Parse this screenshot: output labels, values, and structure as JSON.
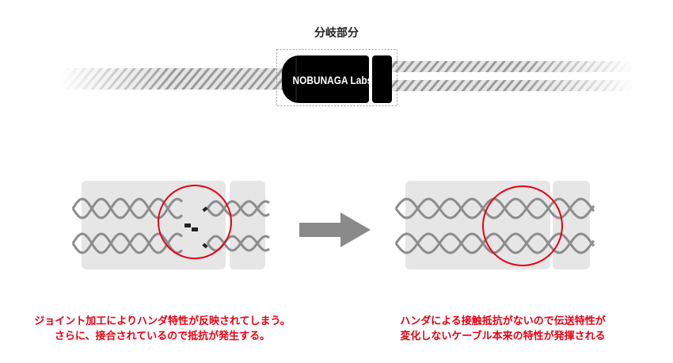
{
  "header": {
    "title": "分岐部分"
  },
  "connector": {
    "brand": "NOBUNAGA Labs"
  },
  "captions": {
    "left": [
      "ジョイント加工によりハンダ特性が反映されてしまう。",
      "さらに、接合されているので抵抗が発生する。"
    ],
    "right": [
      "ハンダによる接触抵抗がないので伝送特性が",
      "変化しないケーブル本来の特性が発揮される"
    ]
  },
  "colors": {
    "accent": "#e60012",
    "wire": "#8c8c8c",
    "panel": "#e6e6e6",
    "arrow": "#8a8a8a"
  }
}
